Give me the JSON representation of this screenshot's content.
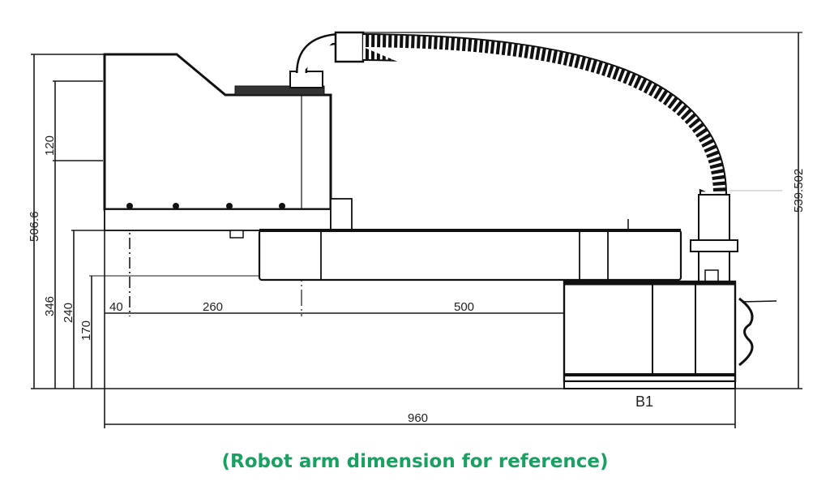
{
  "drawing": {
    "dimensions": {
      "total_height": "506.6",
      "upper_offset": "120",
      "controller_height": "346",
      "arm_top_height": "240",
      "arm_bottom_height": "170",
      "offset_40": "40",
      "link_260": "260",
      "link_500": "500",
      "hose_height": "539.502",
      "total_length": "960",
      "base_label": "B1"
    }
  },
  "caption": {
    "text": "(Robot arm dimension for reference)",
    "color": "#1aa063"
  }
}
